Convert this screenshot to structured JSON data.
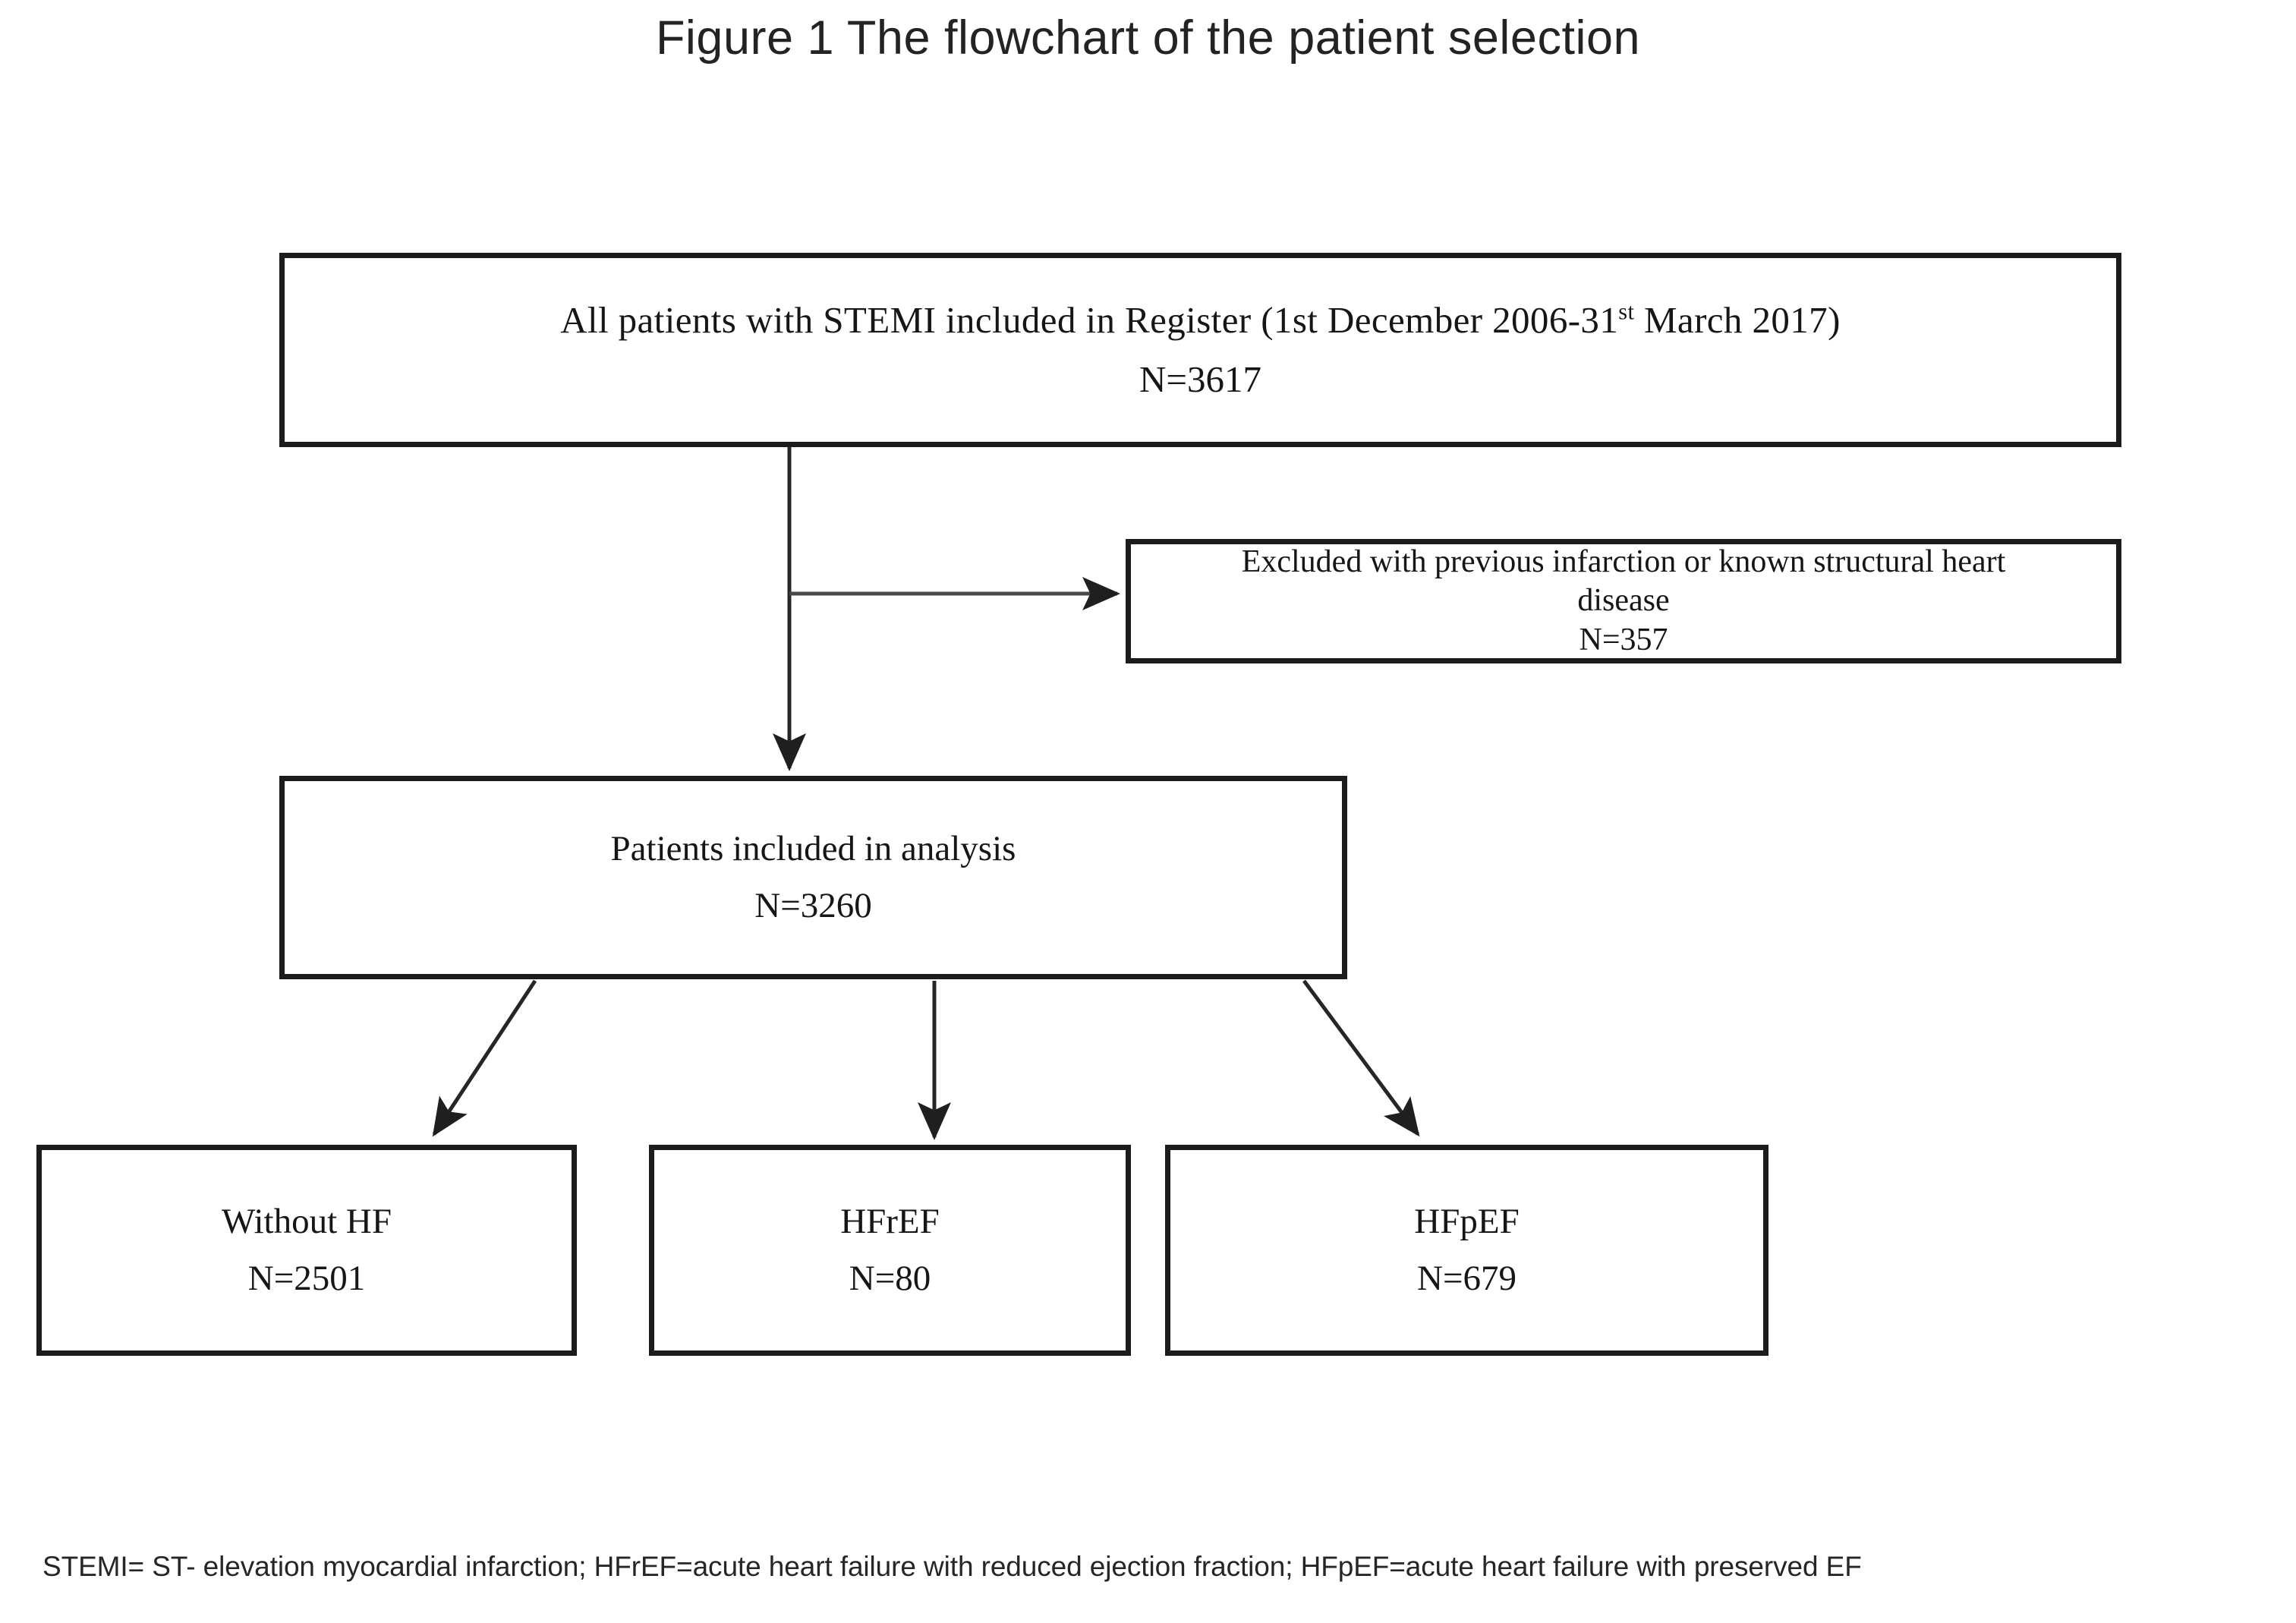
{
  "title": "Figure 1 The flowchart of the patient selection",
  "boxes": {
    "all_patients": {
      "text_prefix": "All patients  with  STEMI  included  in  Register   (1st December  2006-31",
      "superscript": "st",
      "text_suffix": " March  2017)",
      "count_label": "N=3617",
      "n": 3617
    },
    "excluded": {
      "line1": "Excluded with previous infarction or known structural heart",
      "line2": "disease",
      "count_label": "N=357",
      "n": 357
    },
    "analysis": {
      "line1": "Patients  included  in analysis",
      "count_label": "N=3260",
      "n": 3260
    },
    "without_hf": {
      "line1": "Without  HF",
      "count_label": "N=2501",
      "n": 2501
    },
    "hfref": {
      "line1": "HFrEF",
      "count_label": "N=80",
      "n": 80
    },
    "hfpef": {
      "line1": "HFpEF",
      "count_label": "N=679",
      "n": 679
    }
  },
  "footnote": "STEMI= ST- elevation myocardial infarction; HFrEF=acute heart failure with reduced ejection fraction; HFpEF=acute heart failure with preserved EF",
  "colors": {
    "border": "#1c1c1c",
    "text": "#161616",
    "connector": "#262626",
    "background": "#ffffff"
  }
}
